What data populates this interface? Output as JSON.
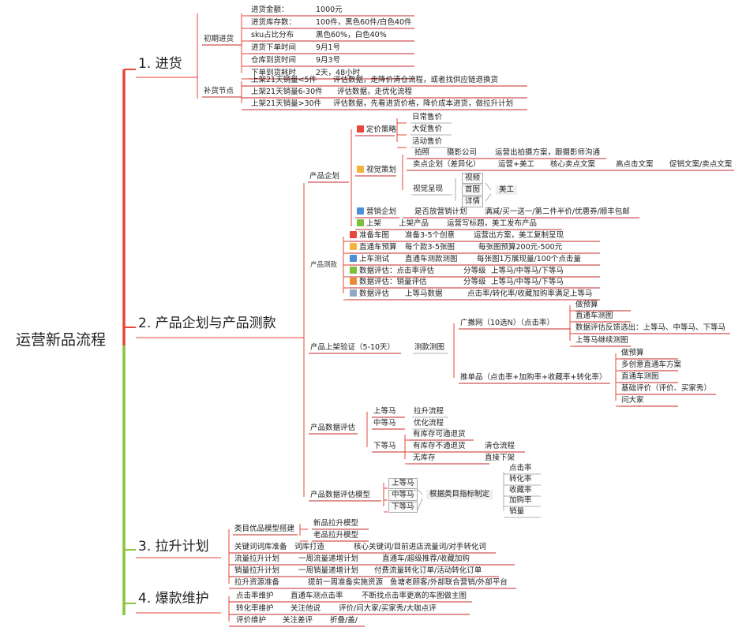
{
  "root": "运营新品流程",
  "colors": {
    "red": "#e8463a",
    "green": "#8ac43f",
    "node_line": "#c62828",
    "gray": "#9a9a9a",
    "badges": [
      "#e8463a",
      "#f4b33d",
      "#4a8fd8",
      "#7bbf3d",
      "#e88a3a",
      "#8fa8c8"
    ]
  },
  "sections": {
    "s1": "1. 进货",
    "s2": "2. 产品企划与产品测款",
    "s3": "3. 拉升计划",
    "s4": "4. 爆款维护"
  },
  "s1": {
    "initial": "初期进货",
    "initial_items": [
      {
        "label": "进货金额：",
        "value": "1000元"
      },
      {
        "label": "进货库存数：",
        "value": "100件，黑色60件/白色40件"
      },
      {
        "label": "sku占比分布",
        "value": "黑色60%，白色40%"
      },
      {
        "label": "进货下单时间",
        "value": "9月1号"
      },
      {
        "label": "仓库到货时间",
        "value": "9月3号"
      },
      {
        "label": "下单到货耗时",
        "value": "2天，48小时"
      }
    ],
    "restock": "补货节点",
    "restock_items": [
      {
        "label": "上架21天销量<5件",
        "value": "评估数据，走降价清仓流程，或者找供应链退换货"
      },
      {
        "label": "上架21天销量6-30件",
        "value": "评估数据，走优化流程"
      },
      {
        "label": "上架21天销量>30件",
        "value": "评估数据，先看进货价格，降价成本进货，做拉升计划"
      }
    ]
  },
  "s2": {
    "planning": {
      "label": "产品企划",
      "pricing": {
        "label": "定价策略",
        "items": [
          "日常售价",
          "大促售价",
          "活动售价"
        ]
      },
      "visual": {
        "label": "视觉策划",
        "shoot": [
          "拍照",
          "摄影公司",
          "运营出拍摄方案，跟摄影师沟通"
        ],
        "selling": [
          "卖点企划（差异化）",
          "运营+美工",
          "核心卖点文案",
          "高点击文案",
          "促销文案/卖点文案"
        ],
        "present": "视觉呈现",
        "present_items": [
          "视频",
          "首图",
          "详情"
        ],
        "designer": "美工"
      },
      "marketing": [
        "营销企划",
        "是否放营销计划",
        "满减/买一送一/第二件半价/优惠券/顺丰包邮"
      ],
      "launch": [
        "上架",
        "上架产品",
        "运营写标题，美工发布产品"
      ]
    },
    "testing": {
      "label": "产品测款",
      "rows": [
        [
          "准备车图",
          "准备3-5个创意",
          "运营出方案，美工复制呈现"
        ],
        [
          "直通车预算",
          "每个款3-5张图",
          "每张图预算200元-500元"
        ],
        [
          "上车测试",
          "直通车测款测图",
          "每张图1万展现量/100个点击量"
        ],
        [
          "数据评估：点击率评估",
          "分等级",
          "上等马/中等马/下等马"
        ],
        [
          "数据评估：销量评估",
          "分等级",
          "上等马/中等马/下等马"
        ],
        [
          "数据评估",
          "上等马数据",
          "点击率/转化率/收藏加购率满足上等马"
        ]
      ]
    },
    "verify": {
      "label": "产品上架验证（5-10天）",
      "method": "测款测图",
      "wide": "广撒网（10选N）（点击率）",
      "wide_items": [
        "做预算",
        "直通车测图",
        "数据评估反馈选出：上等马、中等马、下等马",
        "上等马继续测图"
      ],
      "single": "推单品（点击率+加购率+收藏率+转化率）",
      "single_items": [
        "做预算",
        "多创意直通车方案",
        "直通车测图",
        "基础评价（评价、买家秀）",
        "问大家"
      ]
    },
    "eval": {
      "label": "产品数据评估",
      "top": [
        "上等马",
        "拉升流程"
      ],
      "mid": [
        "中等马",
        "优化流程"
      ],
      "low": "下等马",
      "low_items": [
        [
          "有库存可通退货",
          ""
        ],
        [
          "有库存不通退货",
          "清仓流程"
        ],
        [
          "无库存",
          "直接下架"
        ]
      ]
    },
    "model": {
      "label": "产品数据评估模型",
      "levels": [
        "上等马",
        "中等马",
        "下等马"
      ],
      "basis": "根据类目指标制定",
      "metrics": [
        "点击率",
        "转化率",
        "收藏率",
        "加购率",
        "销量"
      ]
    }
  },
  "s3": {
    "model_label": "类目优品模型搭建",
    "model_items": [
      "新品拉升模型",
      "老品拉升模型"
    ],
    "rows": [
      [
        "关键词词库准备",
        "词库打造",
        "核心关键词/目前进店流量词/对手转化词"
      ],
      [
        "流量拉升计划",
        "一周流量递增计划",
        "直通车/超级推荐/收藏加购"
      ],
      [
        "销量拉升计划",
        "一周销量递增计划",
        "付费流量转化订单/活动转化订单"
      ],
      [
        "拉升资源准备",
        "提前一周准备实施资源",
        "鱼塘老顾客/外部联合营销/外部平台"
      ]
    ]
  },
  "s4": {
    "rows": [
      [
        "点击率维护",
        "直通车测点击率",
        "不断找点击率更高的车图做主图"
      ],
      [
        "转化率维护",
        "关注他说",
        "评价/问大家/买家秀/大咖点评"
      ],
      [
        "评价维护",
        "关注差评",
        "折叠/盖/"
      ]
    ]
  }
}
